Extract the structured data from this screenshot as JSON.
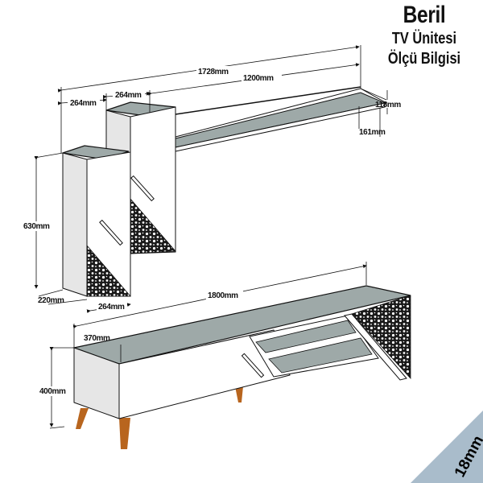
{
  "title": {
    "name": "Beril",
    "line1": "TV Ünitesi",
    "line2": "Ölçü Bilgisi"
  },
  "dimensions": {
    "total_wall_width": "1728mm",
    "shelf_width": "1200mm",
    "cabinet_left_width": "264mm",
    "cabinet_right_width": "264mm",
    "shelf_height": "118mm",
    "shelf_depth": "161mm",
    "cabinet_height": "630mm",
    "cabinet_depth": "220mm",
    "cabinet_bottom_width": "264mm",
    "tv_unit_width": "1800mm",
    "tv_unit_depth": "370mm",
    "tv_unit_height": "400mm"
  },
  "badge": {
    "thickness": "18mm"
  },
  "colors": {
    "top_surface": "#9ea9a8",
    "panel_white": "#ffffff",
    "panel_shade": "#e6e6e6",
    "legs": "#b8651e",
    "badge_bg": "#a9bccb",
    "pattern_dark": "#1a1a1a"
  }
}
